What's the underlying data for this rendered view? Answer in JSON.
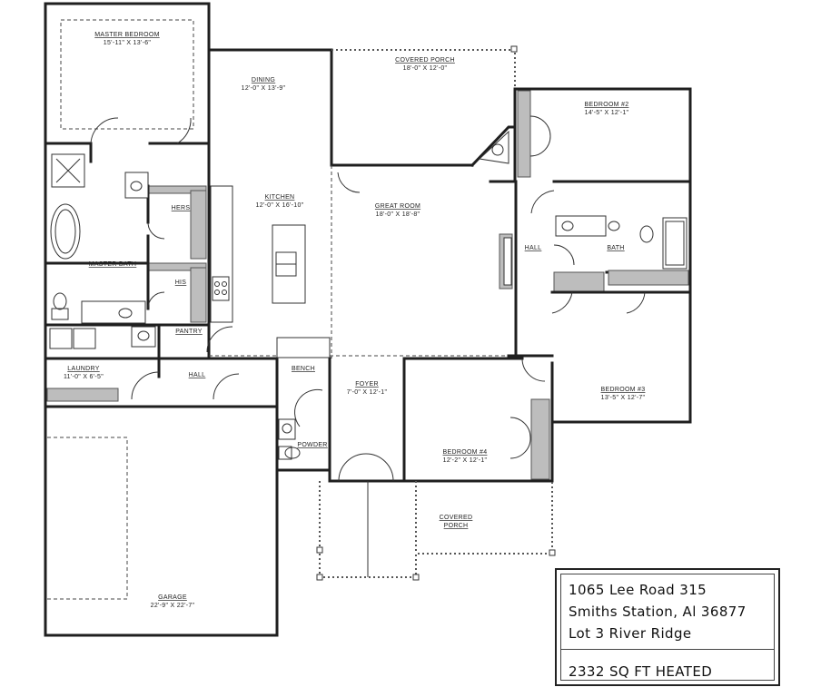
{
  "rooms": {
    "master_bedroom": {
      "name": "MASTER BEDROOM",
      "size": "15'-11\" X 13'-6\""
    },
    "dining": {
      "name": "DINING",
      "size": "12'-0\" X 13'-9\""
    },
    "covered_porch_rear": {
      "name": "COVERED PORCH",
      "size": "18'-0\" X 12'-0\""
    },
    "bedroom_2": {
      "name": "BEDROOM #2",
      "size": "14'-5\" X 12'-1\""
    },
    "kitchen": {
      "name": "KITCHEN",
      "size": "12'-0\" X 16'-10\""
    },
    "great_room": {
      "name": "GREAT ROOM",
      "size": "18'-0\" X 18'-8\""
    },
    "herb": {
      "name": "HERS"
    },
    "his": {
      "name": "HIS"
    },
    "master_bath": {
      "name": "MASTER BATH"
    },
    "hall_right": {
      "name": "HALL"
    },
    "bath": {
      "name": "BATH"
    },
    "pantry": {
      "name": "PANTRY"
    },
    "laundry": {
      "name": "LAUNDRY",
      "size": "11'-0\" X 6'-5\""
    },
    "hall_left": {
      "name": "HALL"
    },
    "bench": {
      "name": "BENCH"
    },
    "foyer": {
      "name": "FOYER",
      "size": "7'-0\" X 12'-1\""
    },
    "bedroom_3": {
      "name": "BEDROOM #3",
      "size": "13'-5\" X 12'-7\""
    },
    "powder": {
      "name": "POWDER"
    },
    "bedroom_4": {
      "name": "BEDROOM #4",
      "size": "12'-2\" X 12'-1\""
    },
    "covered_porch_front": {
      "name_line1": "COVERED",
      "name_line2": "PORCH"
    },
    "garage": {
      "name": "GARAGE",
      "size": "22'-9\" X 22'-7\""
    }
  },
  "address": {
    "line1": "1065 Lee Road 315",
    "line2": "Smiths Station, Al 36877",
    "line3": "Lot 3 River Ridge",
    "sqft": "2332 SQ FT HEATED"
  }
}
